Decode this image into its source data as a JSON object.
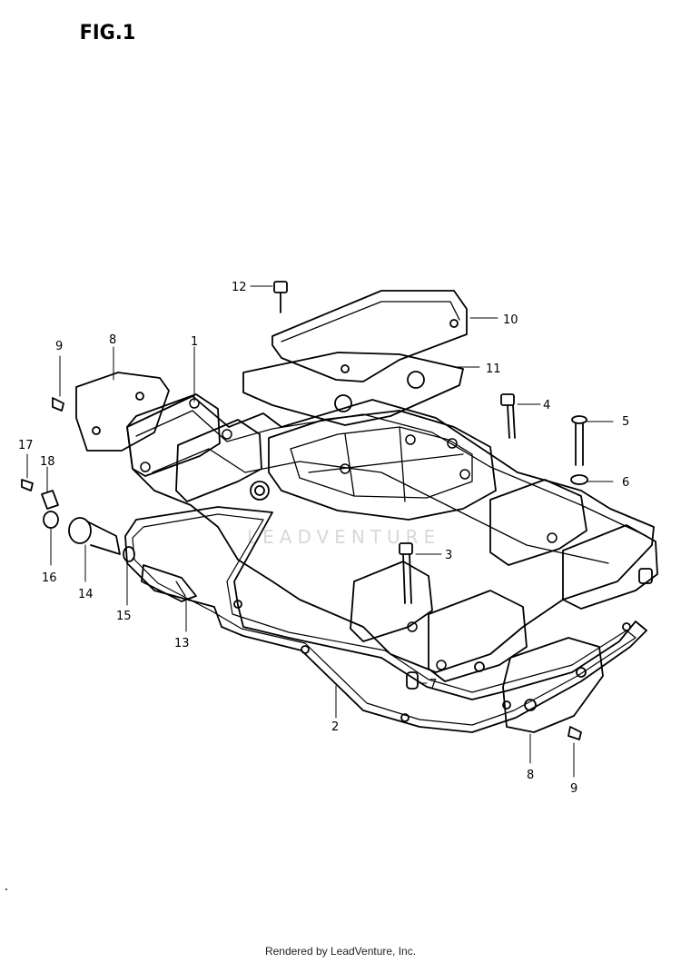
{
  "figure": {
    "title": "FIG.1"
  },
  "watermark": "LEADVENTURE",
  "footer": {
    "text": "Rendered by LeadVenture, Inc."
  },
  "callouts": {
    "c1": "1",
    "c2": "2",
    "c3": "3",
    "c4": "4",
    "c5": "5",
    "c6": "6",
    "c7": "7",
    "c8a": "8",
    "c8b": "8",
    "c9a": "9",
    "c9b": "9",
    "c10": "10",
    "c11": "11",
    "c12": "12",
    "c13": "13",
    "c14": "14",
    "c15": "15",
    "c16": "16",
    "c17": "17",
    "c18": "18"
  }
}
